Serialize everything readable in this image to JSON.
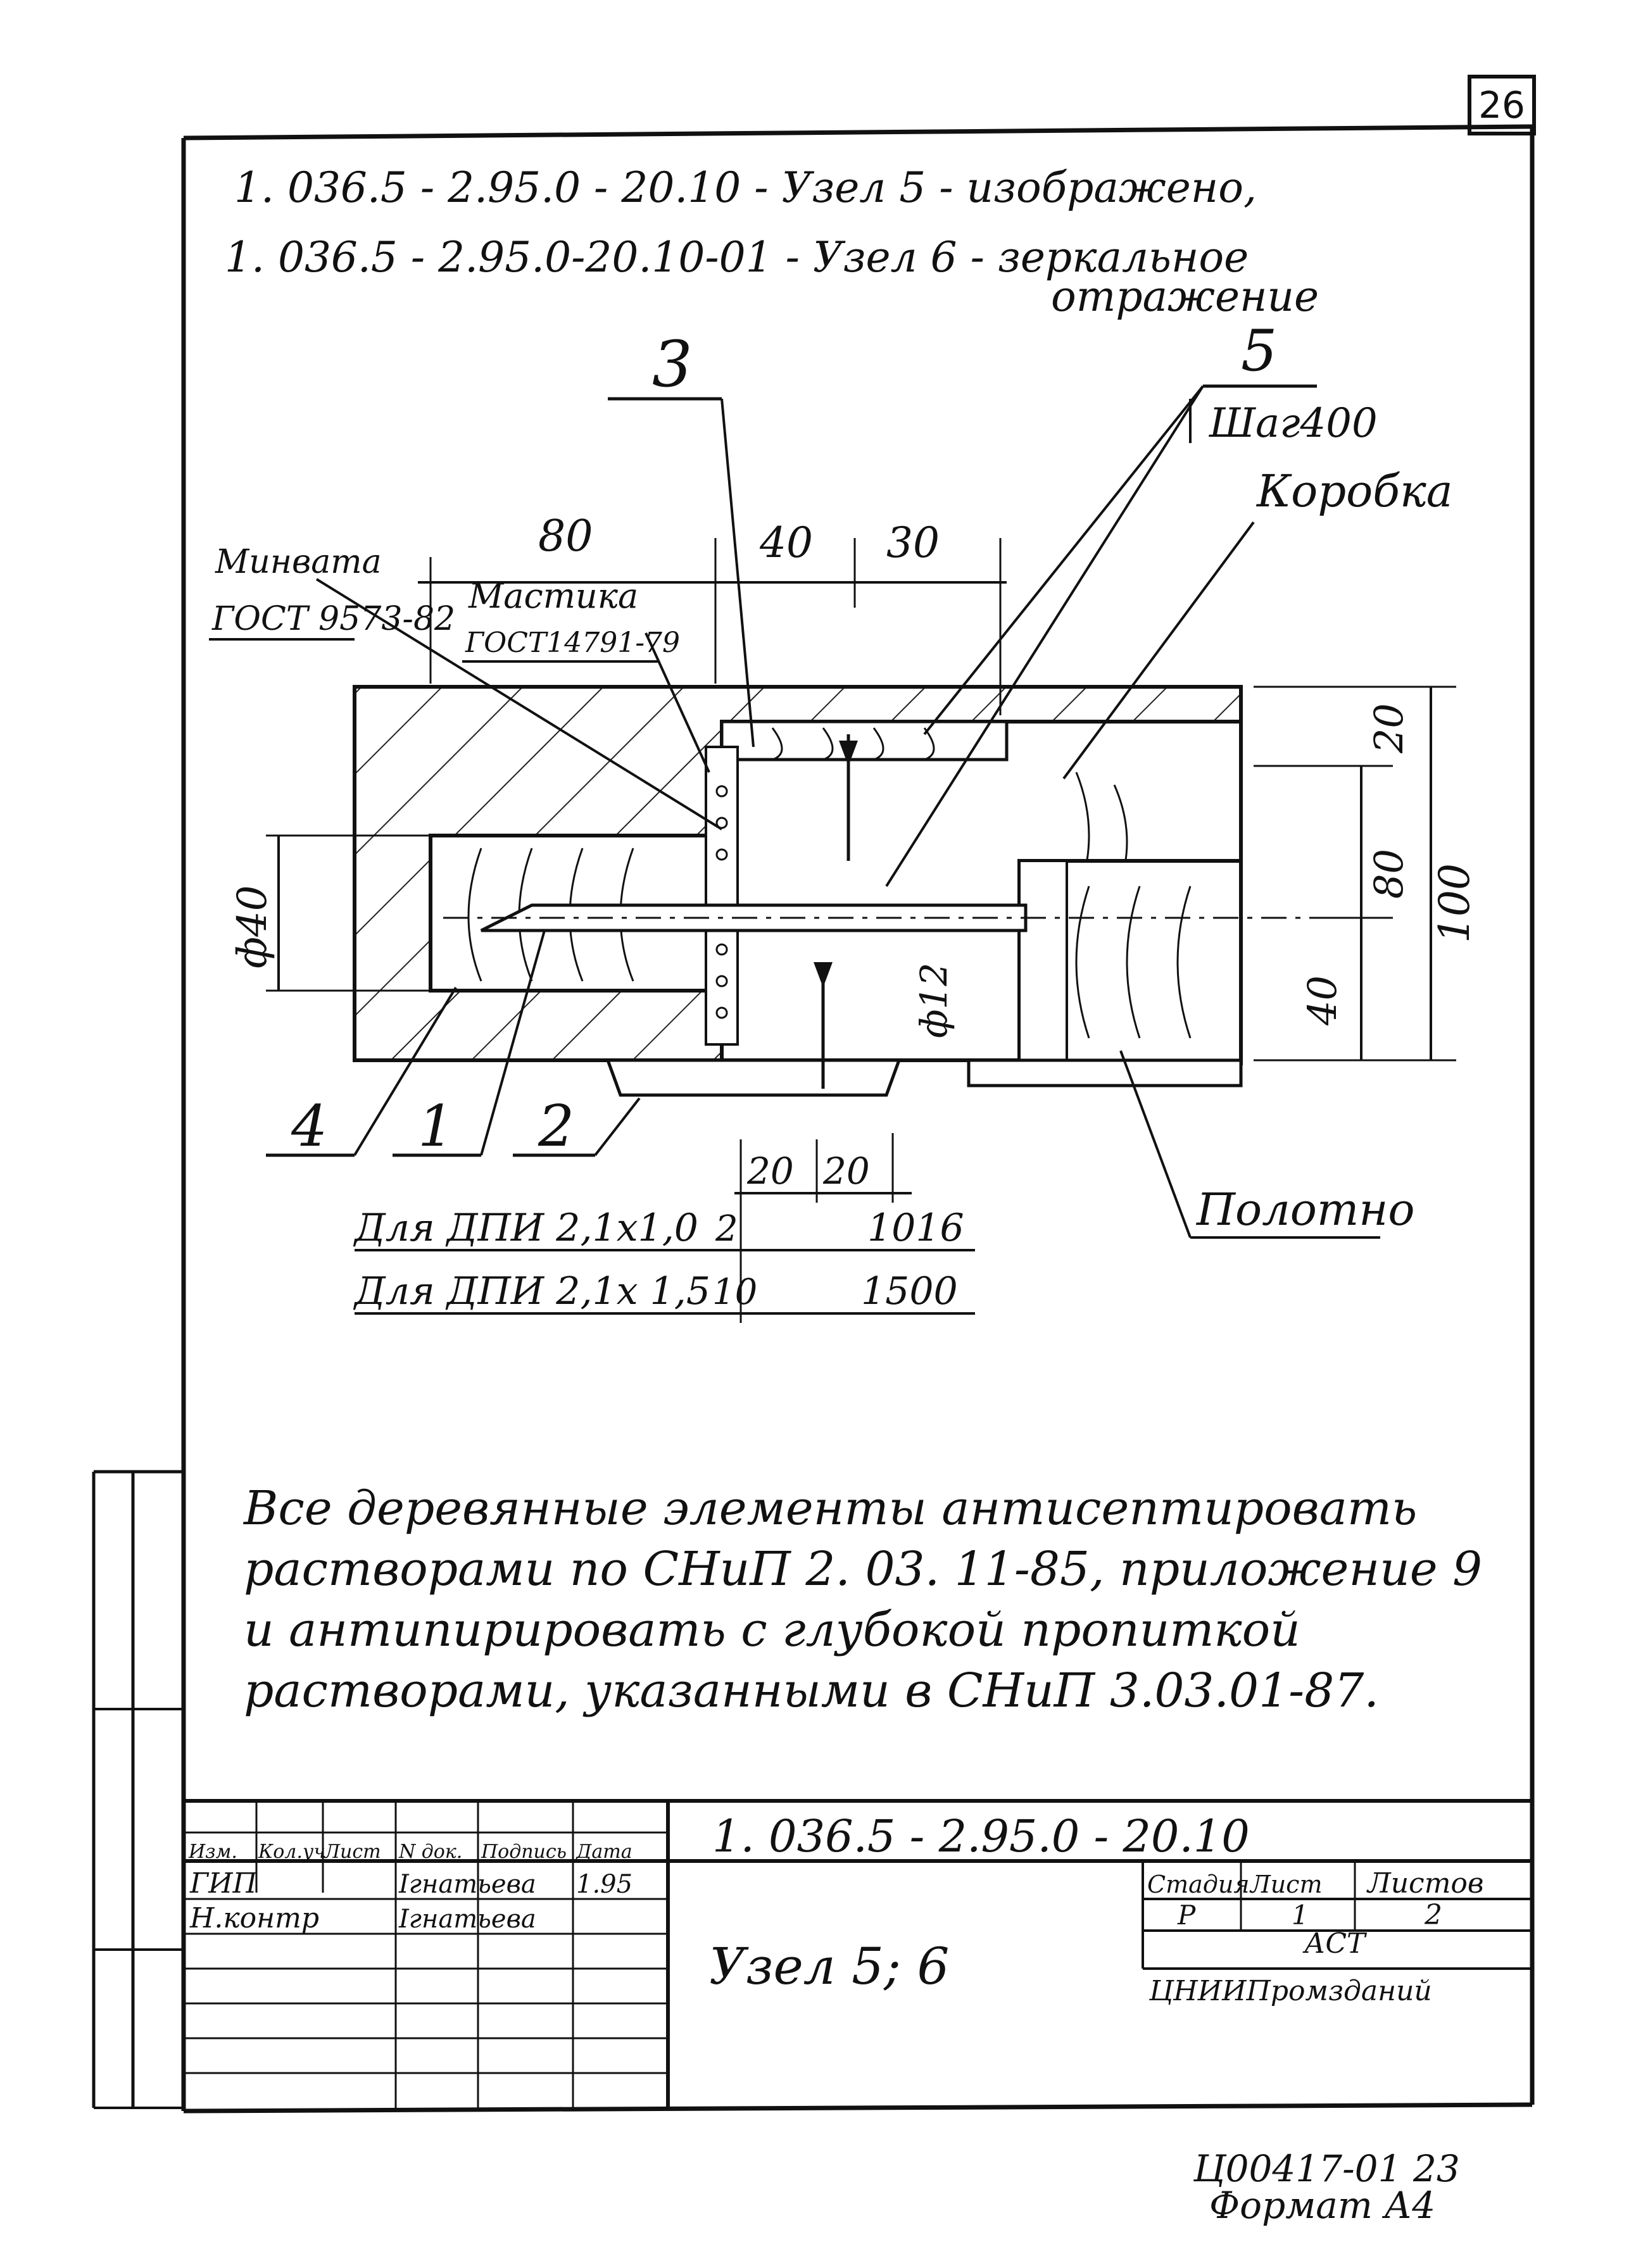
{
  "page_number": "26",
  "header": {
    "line1": "1. 036.5 - 2.95.0 - 20.10   - Узел 5 - изображено,",
    "line2": "1. 036.5 - 2.95.0-20.10-01 -  Узел 6 - зеркальное",
    "line3": "отражение"
  },
  "callouts": {
    "n3": "3",
    "n5": "5",
    "n4": "4",
    "n1": "1",
    "n2": "2",
    "shag": "Шаг400",
    "korobka": "Коробка",
    "minvata": "Минвата",
    "minvata_gost": "ГОСТ 9573-82",
    "mastika": "Мастика",
    "mastika_gost": "ГОСТ14791-79",
    "polotno": "Полотно"
  },
  "dimensions": {
    "d80": "80",
    "d40": "40",
    "d30": "30",
    "d20_top": "20",
    "d80_right": "80",
    "d100": "100",
    "d40_right": "40",
    "phi40": "ф40",
    "phi12": "ф12",
    "d20_a": "20",
    "d20_b": "20"
  },
  "table": {
    "row1": {
      "label": "Для ДПИ 2,1х1,0",
      "a": "2",
      "b": "1016"
    },
    "row2": {
      "label": "Для ДПИ 2,1х 1,5",
      "a": "10",
      "b": "1500"
    }
  },
  "notes": [
    "Все деревянные элементы антисептировать",
    "растворами по СНиП 2. 03. 11-85, приложение 9",
    "и антипирировать с глубокой пропиткой",
    "растворами, указанными в СНиП 3.03.01-87."
  ],
  "title_block": {
    "code": "1. 036.5 - 2.95.0 - 20.10",
    "title": "Узел 5; 6",
    "col_headers": [
      "Изм.",
      "Кол.уч",
      "Лист",
      "N док.",
      "Подпись",
      "Дата"
    ],
    "row_gip": {
      "role": "ГИП",
      "name": "Ігнатьева",
      "date": "1.95"
    },
    "row_nkontr": {
      "role": "Н.контр",
      "name": "Ігнатьева"
    },
    "stage_header": "Стадия",
    "sheet_header": "Лист",
    "sheets_header": "Листов",
    "stage": "Р",
    "sheet": "1",
    "sheets": "2",
    "org_line1": "АСТ",
    "org_line2": "ЦНИИПромзданий"
  },
  "below": {
    "doc_id": "Ц00417-01",
    "doc_num": "23",
    "format": "Формат А4"
  }
}
